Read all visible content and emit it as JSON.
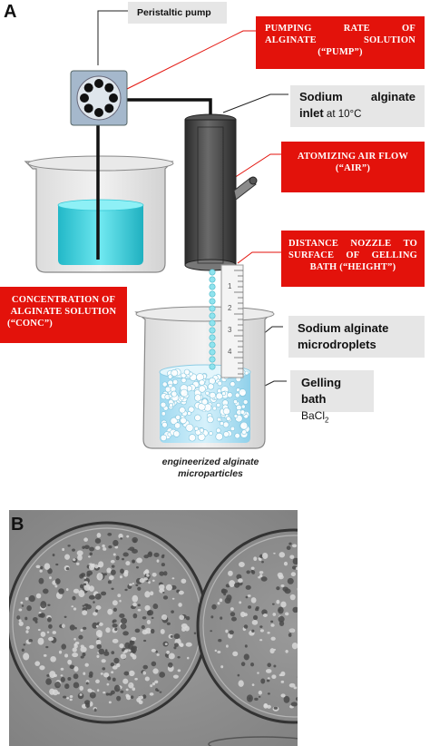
{
  "panel_a": {
    "letter": "A",
    "pump_label": "Peristaltic pump",
    "pump_rate": {
      "l1a": "Pumping",
      "l1b": "rate",
      "l1c": "of",
      "l2a": "alginate",
      "l2b": "solution",
      "l3": "(“pump”)"
    },
    "inlet": {
      "l1a": "Sodium",
      "l1b": "alginate",
      "l2a": "inlet",
      "l2b": " at 10°C"
    },
    "air": {
      "l1": "Atomizing air flow",
      "l2": "(“air”)"
    },
    "distance": {
      "l1a": "Distance",
      "l1b": "nozzle",
      "l1c": "to",
      "l2a": "surface",
      "l2b": "of",
      "l2c": "gelling",
      "l3": "bath (“height”)"
    },
    "concentration": {
      "l1": "Concentration of",
      "l2": "alginate solution",
      "l3": "(“conc”)"
    },
    "microdroplets": {
      "l1": "Sodium alginate",
      "l2": "microdroplets"
    },
    "gelling": {
      "l1": "Gelling bath",
      "l2": "BaCl",
      "l2_sub": "2"
    },
    "caption": {
      "l1": "engineerized alginate",
      "l2": "microparticles"
    },
    "ruler_ticks": [
      "1",
      "2",
      "3",
      "4"
    ],
    "colors": {
      "red": "#e3120b",
      "label_gray": "#e6e6e6",
      "solution": "#3fd6e2",
      "nozzle": "#3a3a3a"
    }
  },
  "panel_b": {
    "letter": "B"
  }
}
